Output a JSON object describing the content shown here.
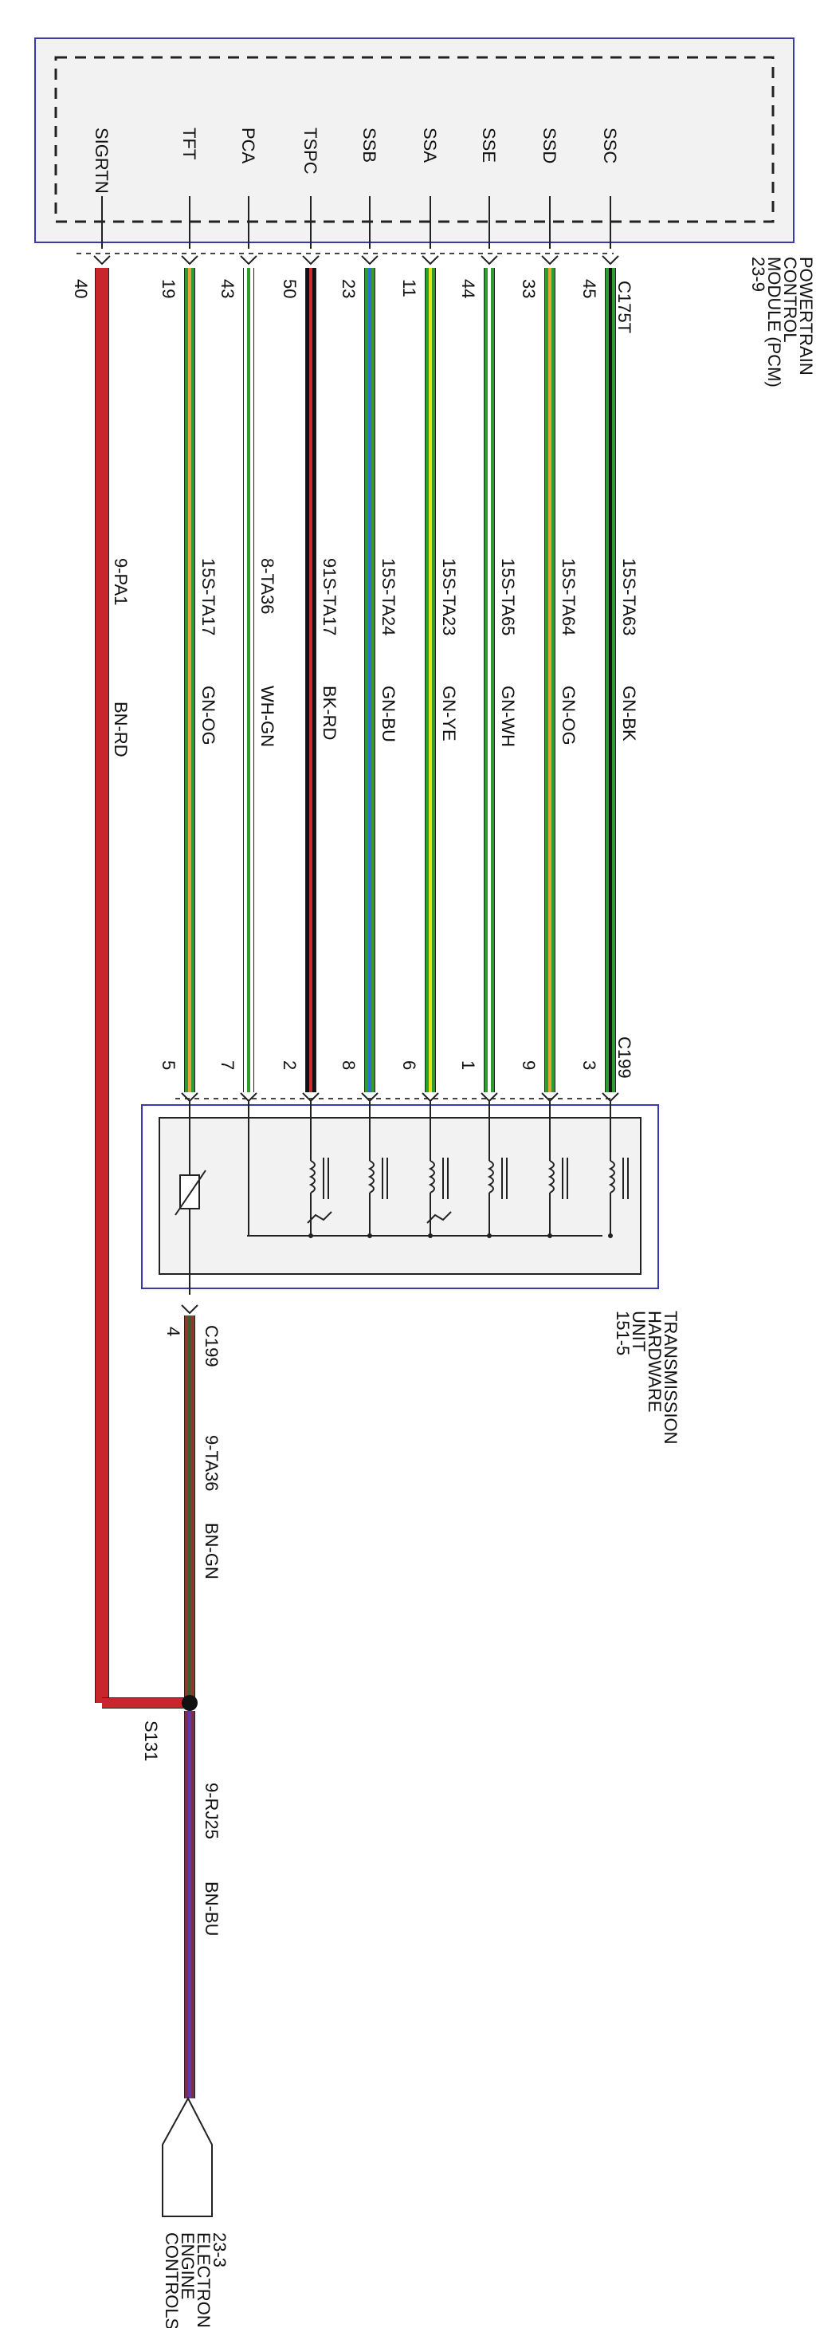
{
  "pcm": {
    "label_lines": [
      "POWERTRAIN",
      "CONTROL",
      "MODULE (PCM)",
      "23-9"
    ],
    "connector": "C175T"
  },
  "thu": {
    "label_lines": [
      "TRANSMISSION",
      "HARDWARE",
      "UNIT",
      "151-5"
    ],
    "connector": "C199"
  },
  "wires": [
    {
      "signal": "SIGRTN",
      "pcm_pin": "40",
      "circuit": "9-PA1",
      "color_code": "BN-RD",
      "colors": [
        "#c8262b"
      ]
    },
    {
      "signal": "TFT",
      "pcm_pin": "19",
      "thu_pin": "5",
      "circuit": "15S-TA17",
      "color_code": "GN-OG",
      "colors": [
        "#2e9c2e",
        "#e8a23a"
      ]
    },
    {
      "signal": "PCA",
      "pcm_pin": "43",
      "thu_pin": "7",
      "circuit": "8-TA36",
      "color_code": "WH-GN",
      "colors": [
        "#ffffff",
        "#2e9c2e"
      ]
    },
    {
      "signal": "TSPC",
      "pcm_pin": "50",
      "thu_pin": "2",
      "circuit": "91S-TA17",
      "color_code": "BK-RD",
      "colors": [
        "#111111",
        "#d12a2a"
      ]
    },
    {
      "signal": "SSB",
      "pcm_pin": "23",
      "thu_pin": "8",
      "circuit": "15S-TA24",
      "color_code": "GN-BU",
      "colors": [
        "#2e9c2e",
        "#2a6fd1"
      ]
    },
    {
      "signal": "SSA",
      "pcm_pin": "11",
      "thu_pin": "6",
      "circuit": "15S-TA23",
      "color_code": "GN-YE",
      "colors": [
        "#2e9c2e",
        "#e6e21c"
      ]
    },
    {
      "signal": "SSE",
      "pcm_pin": "44",
      "thu_pin": "1",
      "circuit": "15S-TA65",
      "color_code": "GN-WH",
      "colors": [
        "#2e9c2e",
        "#ffffff"
      ]
    },
    {
      "signal": "SSD",
      "pcm_pin": "33",
      "thu_pin": "9",
      "circuit": "15S-TA64",
      "color_code": "GN-OG",
      "colors": [
        "#2e9c2e",
        "#e8a23a"
      ]
    },
    {
      "signal": "SSC",
      "pcm_pin": "45",
      "thu_pin": "3",
      "circuit": "15S-TA63",
      "color_code": "GN-BK",
      "colors": [
        "#2e9c2e",
        "#111111"
      ]
    }
  ],
  "lower": {
    "connector": "C199",
    "pin": "4",
    "circuit": "9-TA36",
    "color_code": "BN-GN",
    "colors": [
      "#8b3a2e",
      "#3f5a30"
    ]
  },
  "splice": {
    "label": "S131"
  },
  "bottom_wire": {
    "circuit": "9-RJ25",
    "color_code": "BN-BU",
    "colors": [
      "#7a2e4e",
      "#5a3aa8"
    ]
  },
  "destination": {
    "label_lines": [
      "23-3",
      "ELECTRONIC",
      "ENGINE",
      "CONTROLS"
    ]
  }
}
